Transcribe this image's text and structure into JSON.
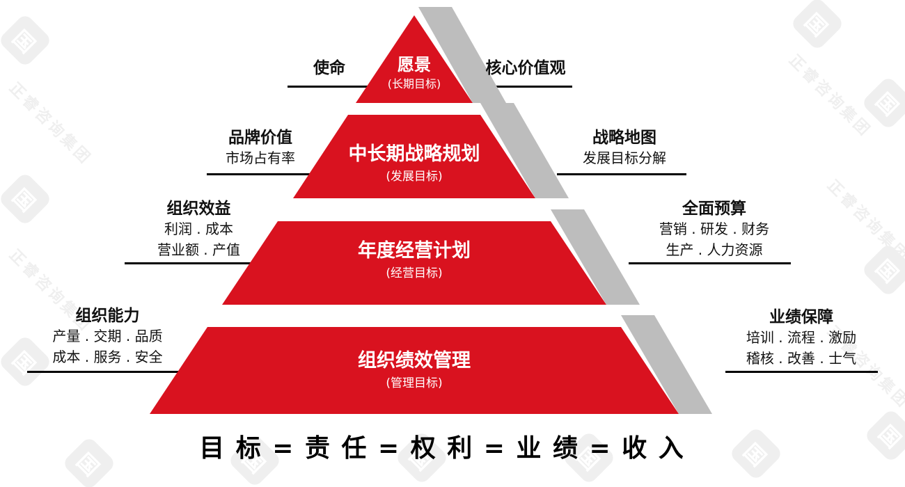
{
  "colors": {
    "pyramid_red": "#d9121f",
    "shadow_gray": "#bdbdbd",
    "line_black": "#000000",
    "text_black": "#111111",
    "level_text_white": "#ffffff"
  },
  "pyramid_levels": [
    {
      "title": "愿景",
      "subtitle": "(长期目标)"
    },
    {
      "title": "中长期战略规划",
      "subtitle": "(发展目标)"
    },
    {
      "title": "年度经营计划",
      "subtitle": "(经营目标)"
    },
    {
      "title": "组织绩效管理",
      "subtitle": "(管理目标)"
    }
  ],
  "left_labels": [
    {
      "heading": "使命",
      "lines": []
    },
    {
      "heading": "品牌价值",
      "lines": [
        "市场占有率"
      ]
    },
    {
      "heading": "组织效益",
      "lines": [
        "利润 . 成本",
        "营业额 . 产值"
      ]
    },
    {
      "heading": "组织能力",
      "lines": [
        "产量 . 交期 . 品质",
        "成本 . 服务 . 安全"
      ]
    }
  ],
  "right_labels": [
    {
      "heading": "核心价值观",
      "lines": []
    },
    {
      "heading": "战略地图",
      "lines": [
        "发展目标分解"
      ]
    },
    {
      "heading": "全面预算",
      "lines": [
        "营销 . 研发 . 财务",
        "生产 . 人力资源"
      ]
    },
    {
      "heading": "业绩保障",
      "lines": [
        "培训 . 流程 . 激励",
        "稽核 . 改善 . 士气"
      ]
    }
  ],
  "slogan": "目 标 = 责 任 = 权 利 = 业 绩 = 收 入",
  "watermark": {
    "text": "正睿咨询集团",
    "glyph": "国"
  }
}
